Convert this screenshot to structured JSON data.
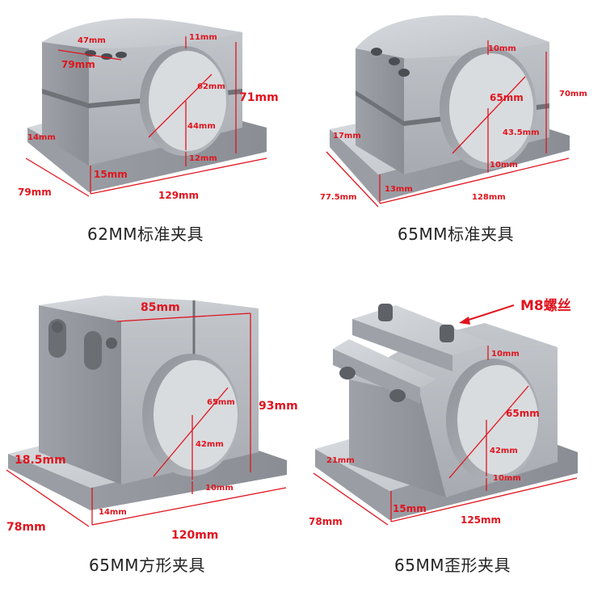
{
  "products": [
    {
      "caption": "62MM标准夹具",
      "dims": {
        "top_small": "47mm",
        "top_depth": "79mm",
        "top_gap": "11mm",
        "diameter": "62mm",
        "height": "71mm",
        "center": "44mm",
        "foot_left": "14mm",
        "base_h": "12mm",
        "foot_h": "15mm",
        "depth": "79mm",
        "length": "129mm"
      }
    },
    {
      "caption": "65MM标准夹具",
      "dims": {
        "top_gap": "10mm",
        "diameter": "65mm",
        "height": "70mm",
        "center": "43.5mm",
        "foot_left": "17mm",
        "base_h": "10mm",
        "foot_h": "13mm",
        "depth": "77.5mm",
        "length": "128mm"
      }
    },
    {
      "caption": "65MM方形夹具",
      "dims": {
        "top_width": "85mm",
        "diameter": "65mm",
        "height": "93mm",
        "center": "42mm",
        "foot_left": "18.5mm",
        "base_h": "10mm",
        "foot_h": "14mm",
        "depth": "78mm",
        "length": "120mm"
      }
    },
    {
      "caption": "65MM歪形夹具",
      "callout": "M8螺丝",
      "dims": {
        "top_gap": "10mm",
        "diameter": "65mm",
        "center": "42mm",
        "foot_left": "21mm",
        "base_h": "10mm",
        "foot_h": "15mm",
        "depth": "78mm",
        "length": "125mm"
      }
    }
  ],
  "colors": {
    "dimension": "#e0141e",
    "metal_light": "#c9ccd0",
    "metal_mid": "#adb1b6",
    "metal_dark": "#8d9196"
  }
}
